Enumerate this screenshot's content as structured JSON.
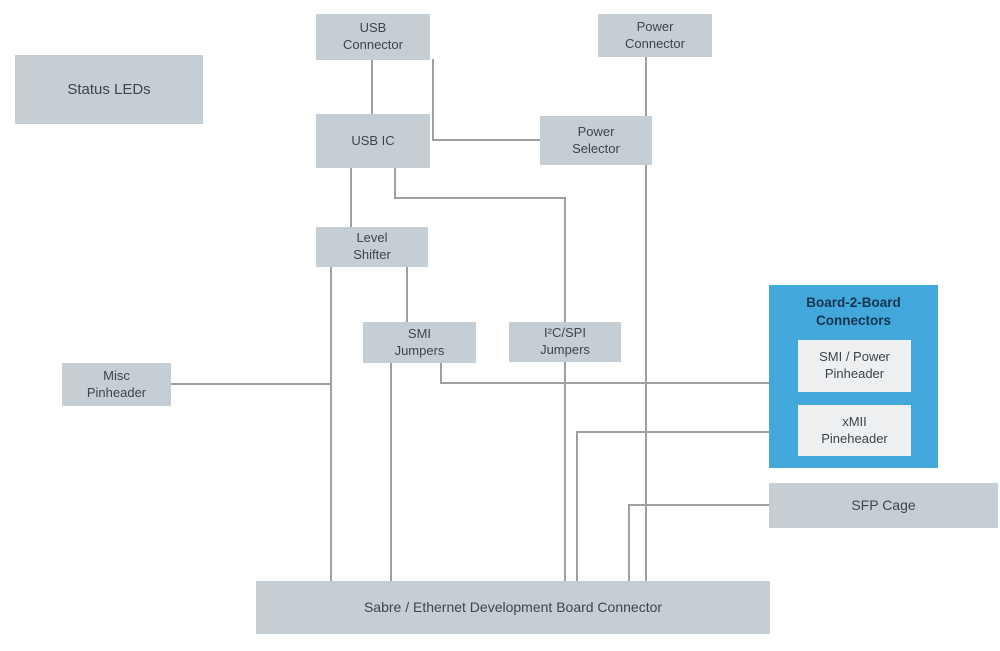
{
  "diagram": {
    "type": "block-diagram",
    "description": "Ethernet development board hardware block diagram"
  },
  "colors": {
    "node_fill": "#c6ced5",
    "b2b_fill": "#42a7db",
    "b2b_inner_fill": "#edeff0",
    "line": "#9aa0a4",
    "text": "#3e444a",
    "b2b_title_text": "#15364f"
  },
  "nodes": {
    "status_leds": {
      "label": "Status LEDs"
    },
    "usb_connector": {
      "label": "USB\nConnector"
    },
    "power_connector": {
      "label": "Power\nConnector"
    },
    "usb_ic": {
      "label": "USB IC"
    },
    "power_selector": {
      "label": "Power\nSelector"
    },
    "level_shifter": {
      "label": "Level\nShifter"
    },
    "smi_jumpers": {
      "label": "SMI\nJumpers"
    },
    "i2c_spi_jumpers": {
      "label": "I²C/SPI\nJumpers"
    },
    "misc_pinheader": {
      "label": "Misc\nPinheader"
    },
    "b2b": {
      "title": "Board-2-Board\nConnectors",
      "smi_power_pinheader": "SMI / Power\nPinheader",
      "xmii_pineheader": "xMII\nPineheader"
    },
    "sfp_cage": {
      "label": "SFP Cage"
    },
    "sabre_connector": {
      "label": "Sabre / Ethernet Development Board Connector"
    }
  },
  "edges": [
    {
      "from": "usb_connector",
      "to": "usb_ic"
    },
    {
      "from": "usb_connector",
      "to": "power_selector"
    },
    {
      "from": "power_connector",
      "to": "power_selector"
    },
    {
      "from": "usb_ic",
      "to": "level_shifter"
    },
    {
      "from": "usb_ic",
      "to": "i2c_spi_jumpers"
    },
    {
      "from": "level_shifter",
      "to": "smi_jumpers"
    },
    {
      "from": "level_shifter",
      "to": "sabre_connector"
    },
    {
      "from": "misc_pinheader",
      "to": "sabre_connector"
    },
    {
      "from": "smi_jumpers",
      "to": "sabre_connector"
    },
    {
      "from": "smi_jumpers",
      "to": "b2b_smi_power_pinheader"
    },
    {
      "from": "i2c_spi_jumpers",
      "to": "sabre_connector"
    },
    {
      "from": "b2b_xmii_pineheader",
      "to": "sabre_connector"
    },
    {
      "from": "power_selector",
      "to": "sabre_connector"
    },
    {
      "from": "sfp_cage",
      "to": "sabre_connector"
    }
  ]
}
